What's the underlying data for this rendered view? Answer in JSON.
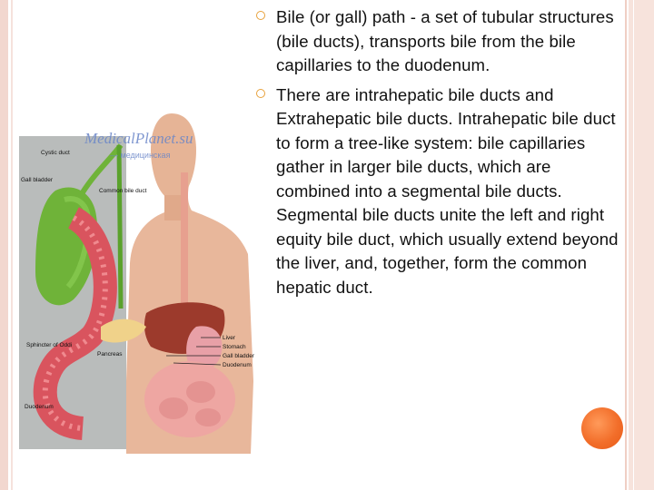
{
  "slide": {
    "bullets": [
      {
        "text": "Bile (or gall) path - a set of tubular structures (bile ducts), transports bile from the bile capillaries to the duodenum."
      },
      {
        "text": "There are intrahepatic bile ducts and Extrahepatic bile ducts. Intrahepatic bile duct to form a tree-like system: bile capillaries gather in larger bile ducts, which are combined into a segmental bile ducts. Segmental bile ducts unite the left and right equity bile duct, which usually extend beyond the liver, and, together, form the common hepatic duct."
      }
    ]
  },
  "illustration": {
    "watermark": "MedicalPlanet.su",
    "watermark_sub": "— медицинская",
    "labels": {
      "cystic_duct": "Cystic duct",
      "gall_bladder_left": "Gall bladder",
      "common_bile_duct": "Common bile duct",
      "sphincter": "Sphincter of Oddi",
      "pancreas": "Pancreas",
      "duodenum_left": "Duodenum",
      "liver": "Liver",
      "stomach": "Stomach",
      "gall_bladder_right": "Gall bladder",
      "duodenum_right": "Duodenum"
    }
  },
  "colors": {
    "bullet": "#e8a23c",
    "accent_circle": "#f26e2a",
    "stripe": "#f2d7cf"
  }
}
